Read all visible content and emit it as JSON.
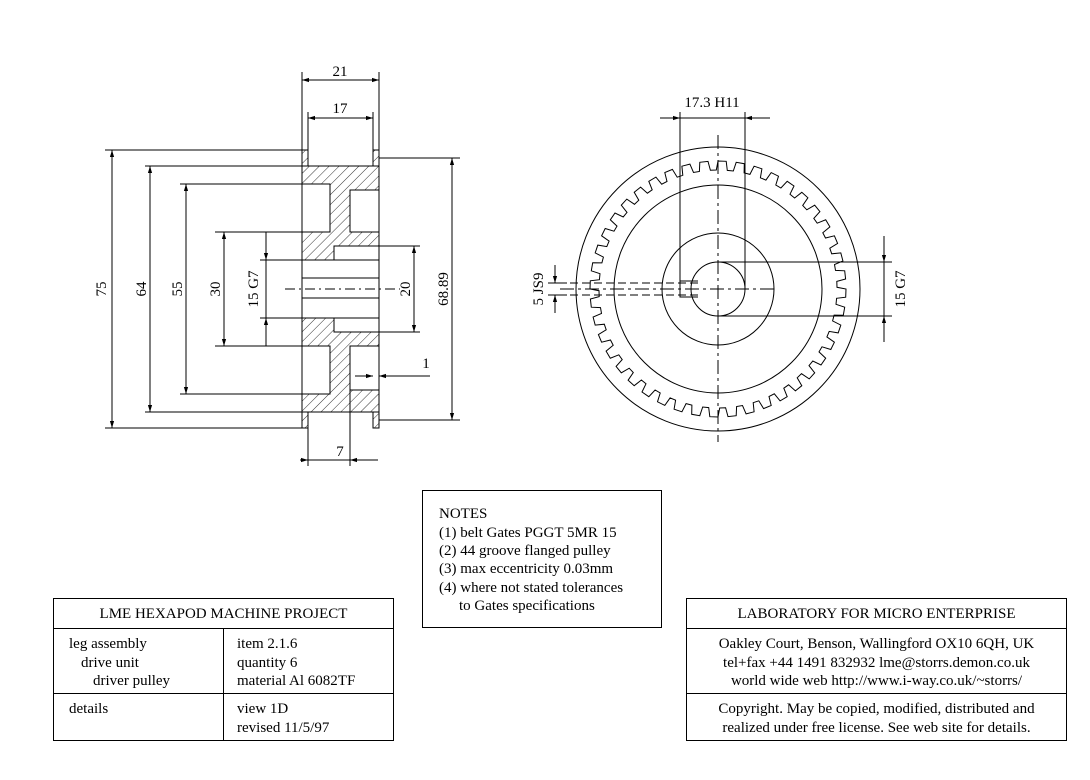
{
  "dimensions": {
    "width_21": "21",
    "width_17": "17",
    "dia_75": "75",
    "dia_64": "64",
    "dia_55": "55",
    "dia_30": "30",
    "bore_15g7": "15 G7",
    "dia_20": "20",
    "dia_6889": "68.89",
    "gap_1": "1",
    "width_7": "7",
    "key_173": "17.3 H11",
    "key_5js9": "5 JS9",
    "bore_15g7_right": "15 G7"
  },
  "notes": {
    "title": "NOTES",
    "lines": [
      "(1) belt Gates PGGT 5MR 15",
      "(2) 44 groove flanged pulley",
      "(3) max eccentricity 0.03mm",
      "(4) where not stated tolerances",
      "to Gates specifications"
    ]
  },
  "title_block": {
    "title": "LME HEXAPOD MACHINE  PROJECT",
    "assembly": [
      "leg assembly",
      "drive unit",
      "driver pulley"
    ],
    "item": "item 2.1.6",
    "quantity": "quantity 6",
    "material": "material Al 6082TF",
    "details": "details",
    "view": "view 1D",
    "revised": "revised 11/5/97"
  },
  "lab_block": {
    "title": "LABORATORY FOR MICRO ENTERPRISE",
    "address": "Oakley Court, Benson, Wallingford OX10 6QH, UK",
    "contact": "tel+fax +44 1491 832932  lme@storrs.demon.co.uk",
    "web": "world wide web  http://www.i-way.co.uk/~storrs/",
    "copyright_1": "Copyright. May be copied, modified, distributed and",
    "copyright_2": "realized under free license. See web site for details."
  }
}
